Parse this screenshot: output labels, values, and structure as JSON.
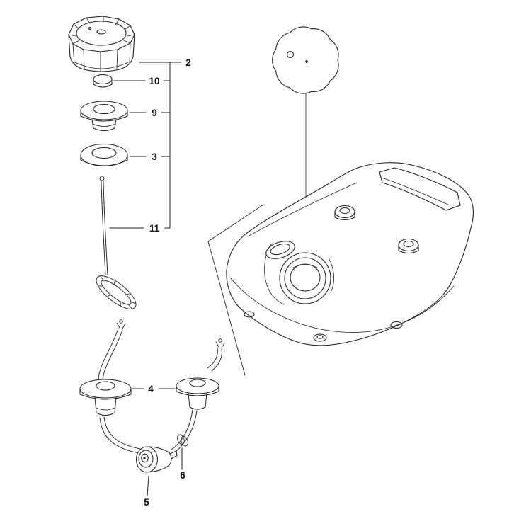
{
  "page": {
    "background_color": "#ffffff"
  },
  "diagram": {
    "stroke_color": "#222222",
    "label_color": "#111111",
    "callouts": {
      "tank_cap": {
        "number": "2"
      },
      "cap_insert": {
        "number": "10"
      },
      "filler_grommet": {
        "number": "9"
      },
      "filler_washer": {
        "number": "3"
      },
      "fuel_line_loop": {
        "number": "11"
      },
      "tank_grommet_pair": {
        "number": "4"
      },
      "hose_clamp": {
        "number": "6"
      },
      "fuel_filter": {
        "number": "5"
      }
    }
  }
}
